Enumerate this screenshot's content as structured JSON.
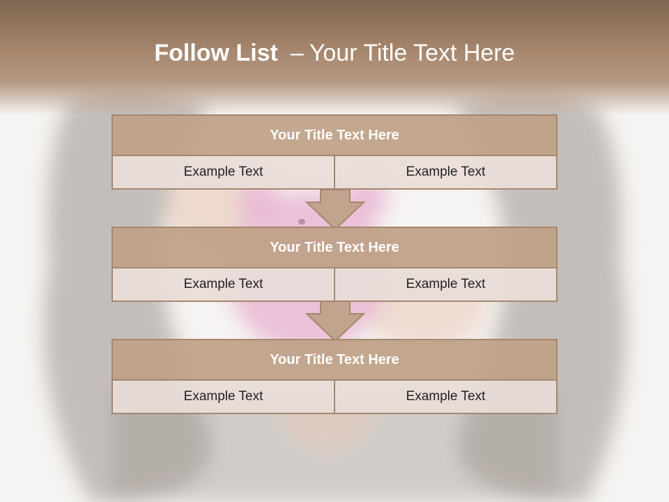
{
  "slide": {
    "title_bold": "Follow List",
    "title_dash": "–",
    "title_rest": "Your Title Text Here"
  },
  "blocks": [
    {
      "title": "Your Title Text Here",
      "left": "Example Text",
      "right": "Example Text"
    },
    {
      "title": "Your Title Text Here",
      "left": "Example Text",
      "right": "Example Text"
    },
    {
      "title": "Your Title Text Here",
      "left": "Example Text",
      "right": "Example Text"
    }
  ],
  "colors": {
    "header": "#a7876e",
    "block_title": "#bea087",
    "block_row": "#e8ddd8",
    "border": "#a5876f",
    "arrow": "#c0a48d"
  },
  "icons": {
    "connector": "down-arrow-icon"
  }
}
